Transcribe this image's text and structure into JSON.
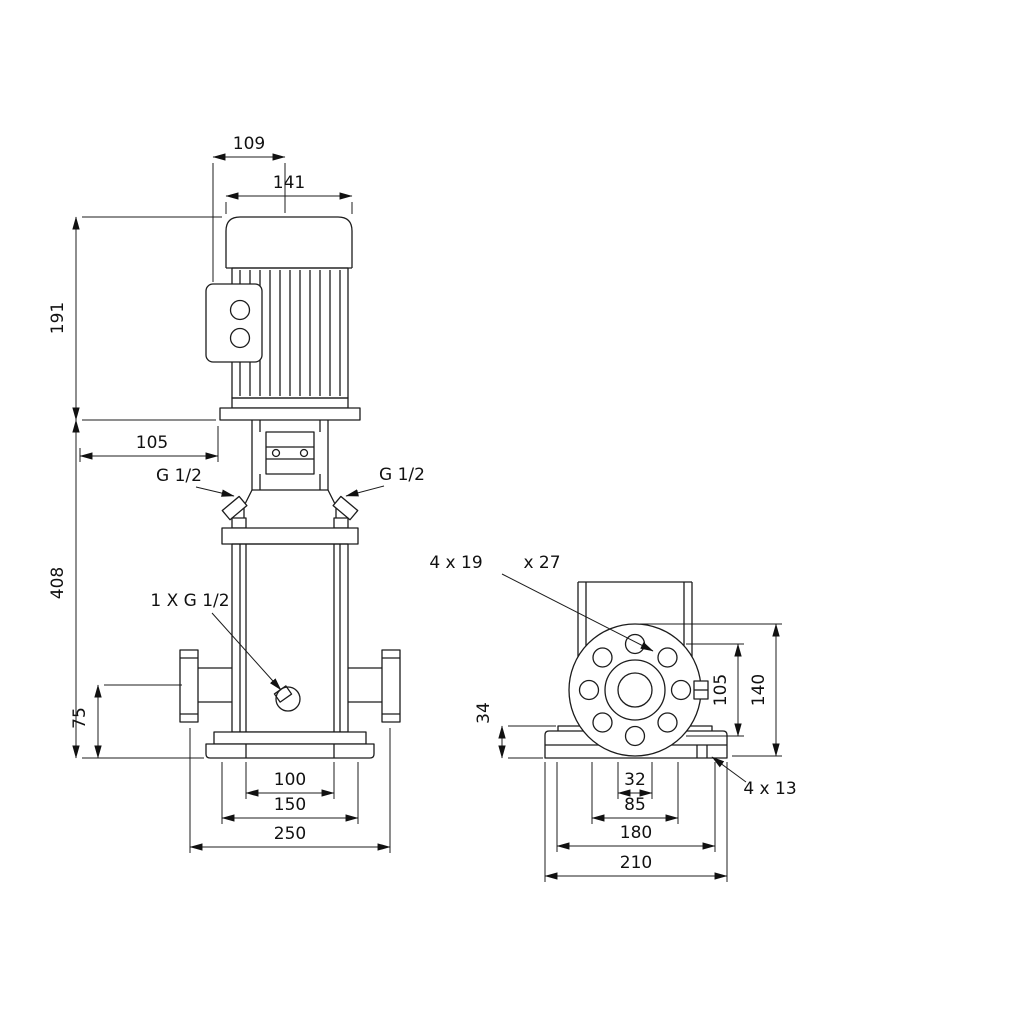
{
  "front": {
    "dim_top_depth": "109",
    "dim_motor_width": "141",
    "dim_motor_height": "191",
    "dim_head_width": "105",
    "dim_pump_height": "408",
    "dim_port_height": "75",
    "dim_base_holes": "100",
    "dim_base_width": "150",
    "dim_flange_span": "250",
    "port_left": "G 1/2",
    "port_right": "G 1/2",
    "drain": "1 X G 1/2"
  },
  "side": {
    "dim_bolt_circle": "105",
    "dim_flange_od": "140",
    "dim_base_height": "34",
    "dim_bore": "32",
    "dim_mid": "85",
    "dim_hole_span": "180",
    "dim_base_length": "210",
    "note_flange_holes_a": "4 x 19",
    "note_flange_holes_b": "x 27",
    "note_base_holes": "4 x 13"
  }
}
